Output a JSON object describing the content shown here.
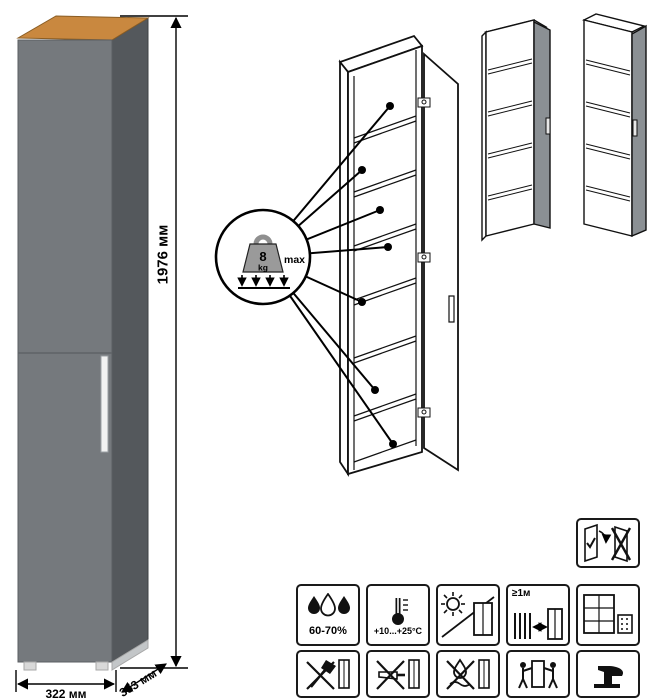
{
  "dimensions": {
    "height": "1976 мм",
    "width": "322 мм",
    "depth": "353 мм"
  },
  "load_callout": {
    "value": "8",
    "unit": "kg",
    "max_label": "max"
  },
  "care": {
    "humidity": "60-70%",
    "temperature": "+10...+25°C",
    "min_distance": "≥1м"
  },
  "colors": {
    "cabinet_front": "#75797d",
    "cabinet_side": "#54585c",
    "wood_top": "#c9883f",
    "door_gray": "#8b9094",
    "line": "#111111"
  },
  "icon_names": [
    "door-reversible-icon",
    "humidity-icon",
    "temperature-icon",
    "no-sunlight-icon",
    "heat-distance-icon",
    "window-grid-icon",
    "no-axe-icon",
    "no-scraper-icon",
    "no-wet-icon",
    "carry-icon",
    "anvil-icon"
  ]
}
